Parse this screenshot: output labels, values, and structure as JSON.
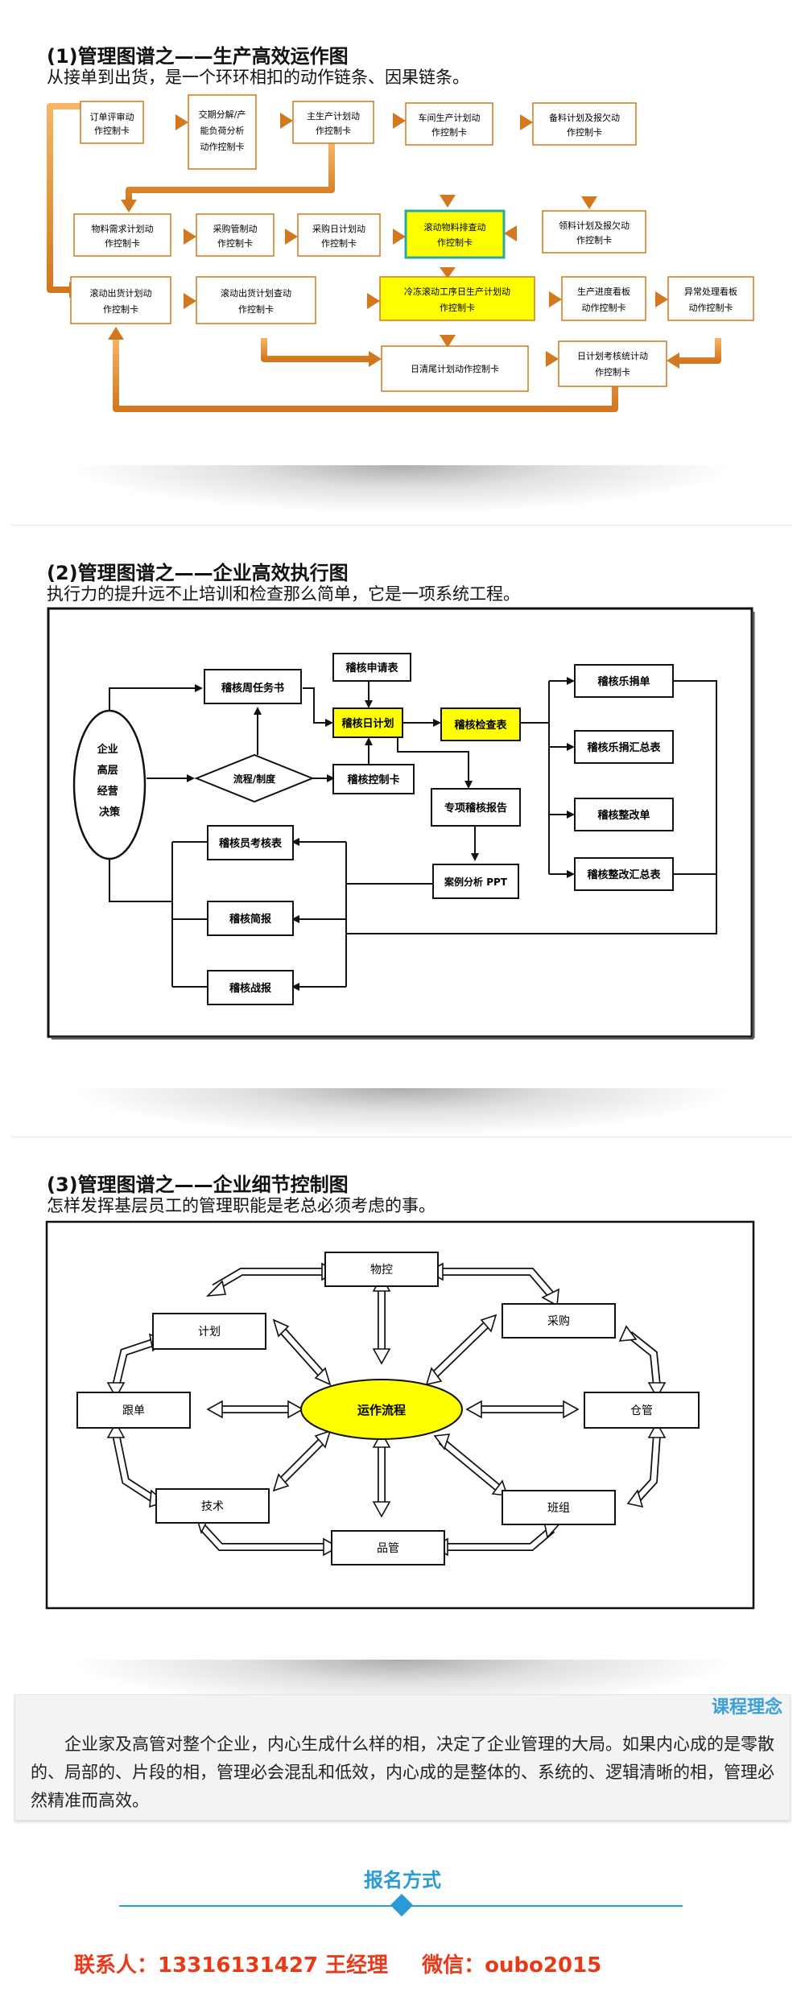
{
  "section1": {
    "title": "(1)管理图谱之——生产高效运作图",
    "subtitle": "从接单到出货，是一个环环相扣的动作链条、因果链条。",
    "nodes": {
      "n1": [
        "订单评审动",
        "作控制卡"
      ],
      "n2": [
        "交期分解/产",
        "能负荷分析",
        "动作控制卡"
      ],
      "n3": [
        "主生产计划动",
        "作控制卡"
      ],
      "n4": [
        "车间生产计划动",
        "作控制卡"
      ],
      "n5": [
        "备料计划及报欠动",
        "作控制卡"
      ],
      "n6": [
        "物料需求计划动",
        "作控制卡"
      ],
      "n7": [
        "采购管制动",
        "作控制卡"
      ],
      "n8": [
        "采购日计划动",
        "作控制卡"
      ],
      "n9": [
        "滚动物料排查动",
        "作控制卡"
      ],
      "n10": [
        "领料计划及报欠动",
        "作控制卡"
      ],
      "n11": [
        "滚动出货计划动",
        "作控制卡"
      ],
      "n12": [
        "滚动出货计划查动",
        "作控制卡"
      ],
      "n13": [
        "冷冻滚动工序日生产计划动",
        "作控制卡"
      ],
      "n14": [
        "生产进度看板",
        "动作控制卡"
      ],
      "n15": [
        "异常处理看板",
        "动作控制卡"
      ],
      "n16": [
        "日清尾计划动作控制卡"
      ],
      "n17": [
        "日计划考核统计动",
        "作控制卡"
      ]
    }
  },
  "section2": {
    "title": "(2)管理图谱之——企业高效执行图",
    "subtitle": "执行力的提升远不止培训和检查那么简单，它是一项系统工程。",
    "nodes": {
      "leader": [
        "企业",
        "高层",
        "经营",
        "决策"
      ],
      "weekly": "稽核周任务书",
      "apply": "稽核申请表",
      "daily": "稽核日计划",
      "check": "稽核检查表",
      "process": "流程/制度",
      "control": "稽核控制卡",
      "special": "专项稽核报告",
      "case": "案例分析 PPT",
      "assess": "稽核员考核表",
      "brief": "稽核简报",
      "battle": "稽核战报",
      "r1": "稽核乐捐单",
      "r2": "稽核乐捐汇总表",
      "r3": "稽核整改单",
      "r4": "稽核整改汇总表"
    }
  },
  "section3": {
    "title": "(3)管理图谱之——企业细节控制图",
    "subtitle": "怎样发挥基层员工的管理职能是老总必须考虑的事。",
    "nodes": {
      "center": "运作流程",
      "top": "物控",
      "purchase": "采购",
      "warehouse": "仓管",
      "team": "班组",
      "quality": "品管",
      "tech": "技术",
      "follow": "跟单",
      "plan": "计划"
    }
  },
  "philosophy": {
    "title": "课程理念",
    "text": "企业家及高管对整个企业，内心生成什么样的相，决定了企业管理的大局。如果内心成的是零散的、局部的、片段的相，管理必会混乱和低效，内心成的是整体的、系统的、逻辑清晰的相，管理必然精准而高效。"
  },
  "signup": {
    "title": "报名方式",
    "contact": "联系人：13316131427 王经理",
    "wechat": "微信：oubo2015"
  },
  "colors": {
    "orange": "#e48a2e",
    "yellow": "#ffff00",
    "blue": "#2a9ad6",
    "red": "#e83a19"
  }
}
